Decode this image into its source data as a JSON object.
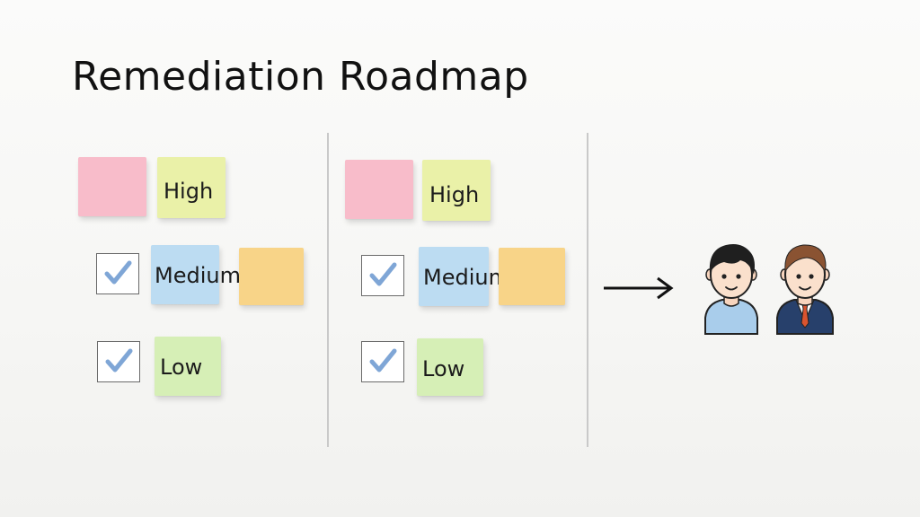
{
  "title": "Remediation Roadmap",
  "colors": {
    "pink": "#f8bcca",
    "yellow": "#eaf1a8",
    "blue": "#bcdcf2",
    "orange": "#f8d488",
    "green": "#d6efb6",
    "check": "#7fa6d6"
  },
  "columns": [
    {
      "high": "High",
      "medium": "Medium",
      "low": "Low"
    },
    {
      "high": "High",
      "medium": "Medium",
      "low": "Low"
    }
  ],
  "icons": {
    "arrow": "arrow-right-icon",
    "people": [
      "person-casual-icon",
      "person-suit-icon"
    ]
  }
}
